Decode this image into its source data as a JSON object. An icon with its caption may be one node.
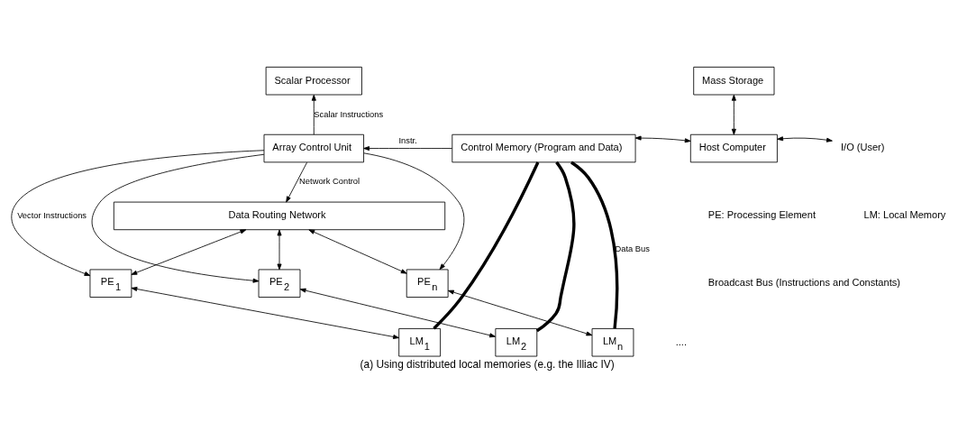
{
  "diagram": {
    "caption": "(a) Using distributed local memories (e.g. the Illiac IV)",
    "nodes": [
      {
        "text": [
          "Scalar Processor"
        ]
      },
      {
        "text": [
          "Array Control Unit"
        ]
      },
      {
        "text": [
          "Control Memory (Program and Data)"
        ]
      },
      {
        "text": [
          "Mass Storage"
        ]
      },
      {
        "text": [
          "Host Computer"
        ]
      },
      {
        "text": [
          "I/O (User)"
        ]
      },
      {
        "text": [
          "PE$_{1}$"
        ]
      },
      {
        "text": [
          "PE$_{2}$"
        ]
      },
      {
        "text": [
          "PE$_{n}$"
        ]
      },
      {
        "text": [
          "LM$_{1}$"
        ]
      },
      {
        "text": [
          "LM$_{2}$"
        ]
      },
      {
        "text": [
          "LM$_{n}$"
        ]
      },
      {
        "text": [
          "Data Routing Network"
        ]
      }
    ],
    "edges": [
      {
        "from": 1,
        "to": 0,
        "arrow": "to",
        "label": "Scalar Instructions"
      },
      {
        "from": 2,
        "to": 1,
        "arrow": "to",
        "label": "Instr."
      },
      {
        "from": 2,
        "to": 4,
        "arrow": "both"
      },
      {
        "from": 3,
        "to": 4,
        "arrow": "both"
      },
      {
        "from": 4,
        "to": 5,
        "arrow": "both"
      },
      {
        "from": 1,
        "to": 6,
        "arrow": "to",
        "label": "Vector Instructions"
      },
      {
        "from": 1,
        "to": 7,
        "arrow": "to"
      },
      {
        "from": 1,
        "to": 8,
        "arrow": "to"
      },
      {
        "from": 6,
        "to": 9,
        "arrow": "both"
      },
      {
        "from": 7,
        "to": 10,
        "arrow": "both"
      },
      {
        "from": 8,
        "to": 11,
        "arrow": "both"
      },
      {
        "from": 12,
        "to": 6,
        "arrow": "both"
      },
      {
        "from": 12,
        "to": 7,
        "arrow": "both"
      },
      {
        "from": 12,
        "to": 8,
        "arrow": "both"
      },
      {
        "from": 1,
        "to": 12,
        "arrow": "to",
        "label": "Network Control"
      },
      {
        "from": 2,
        "to": 9,
        "arrow": "none",
        "style": "thick"
      },
      {
        "from": 2,
        "to": 10,
        "arrow": "none",
        "style": "thick"
      },
      {
        "from": 2,
        "to": 11,
        "arrow": "none",
        "style": "thick",
        "label": "Data Bus"
      }
    ],
    "labels": [
      "Broadcast Bus (Instructions and Constants)",
      "....",
      "PE: Processing Element",
      "LM: Local Memory"
    ]
  }
}
